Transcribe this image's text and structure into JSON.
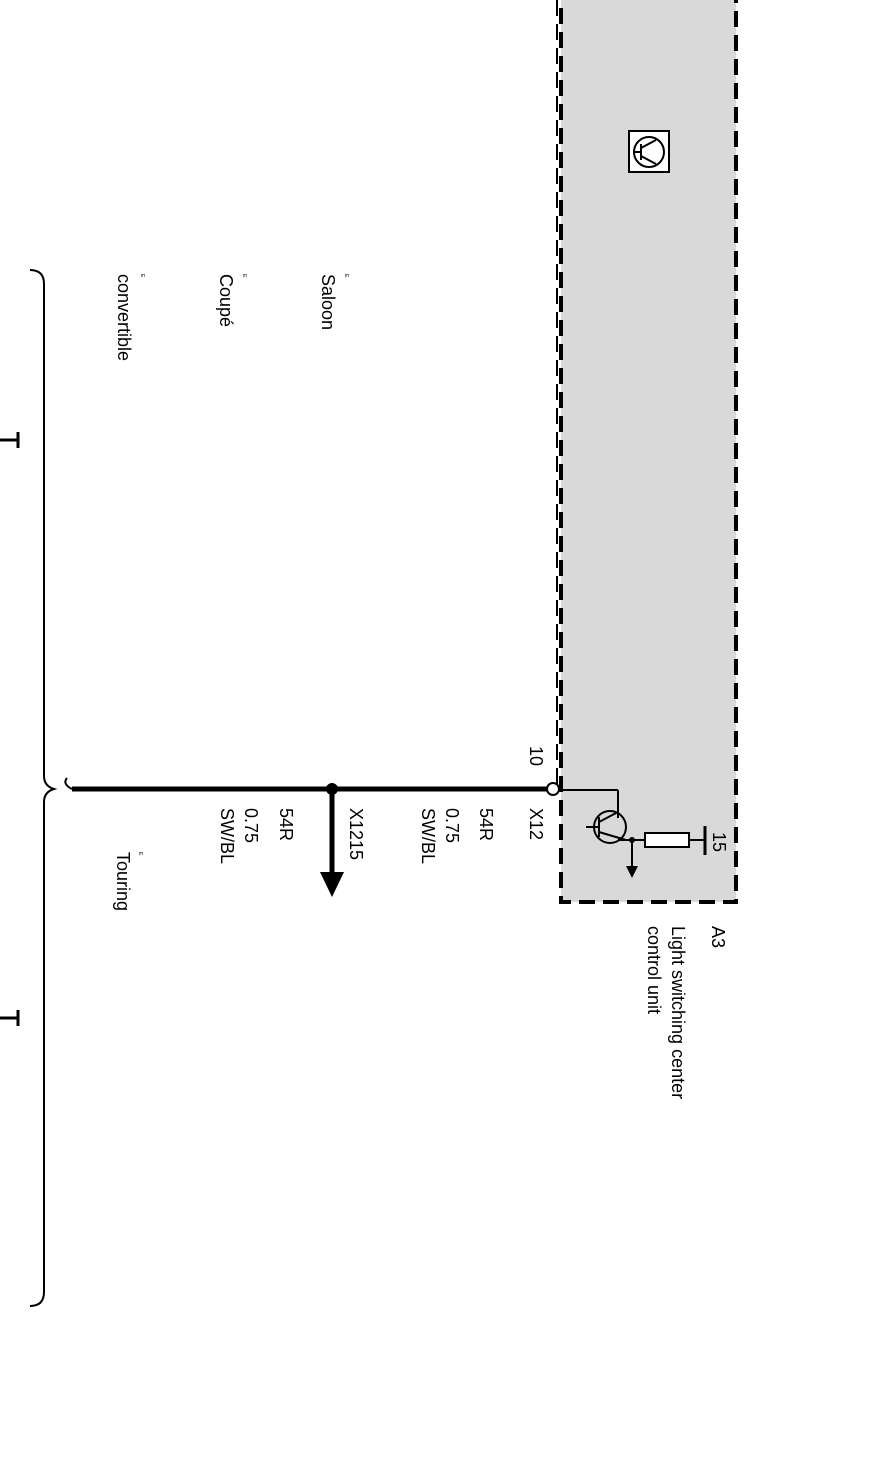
{
  "component": {
    "id": "A3",
    "name_line1": "Light switching center",
    "name_line2": "control unit",
    "pin_top": "15",
    "pin_left": "10",
    "connector": "X12",
    "fill_color": "#d9d9d9"
  },
  "wire_upper": {
    "label": "54R",
    "size": "0.75",
    "color": "SW/BL"
  },
  "splice": {
    "id": "X1215"
  },
  "wire_lower": {
    "label": "54R",
    "size": "0.75",
    "color": "SW/BL"
  },
  "variants": {
    "saloon": "Saloon",
    "coupe": "Coupé",
    "convertible": "convertible",
    "touring": "Touring",
    "saloon_mark": "E",
    "coupe_mark": "E",
    "convertible_mark": "E",
    "touring_mark": "E"
  }
}
